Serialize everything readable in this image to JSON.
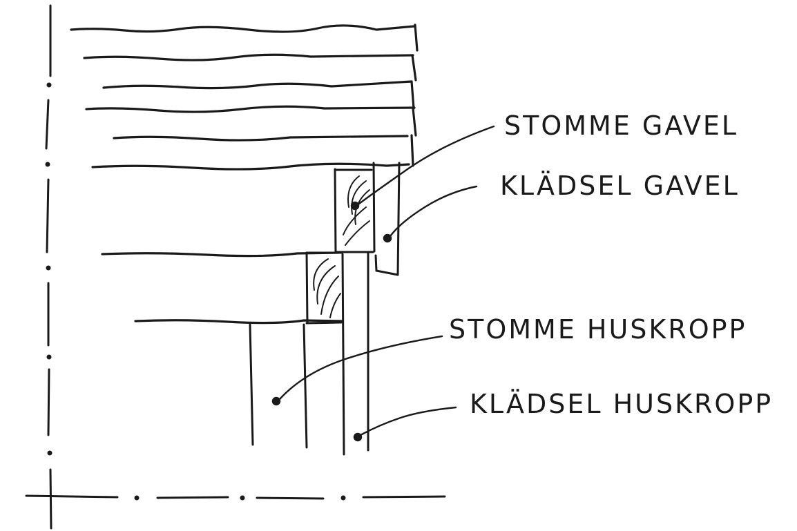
{
  "labels": {
    "stomme_gavel": "STOMME GAVEL",
    "kladsel_gavel": "KLÄDSEL GAVEL",
    "stomme_huskropp": "STOMME HUSKROPP",
    "kladsel_huskropp": "KLÄDSEL HUSKROPP"
  },
  "colors": {
    "ink": "#1a1a1a",
    "paper": "#ffffff"
  }
}
